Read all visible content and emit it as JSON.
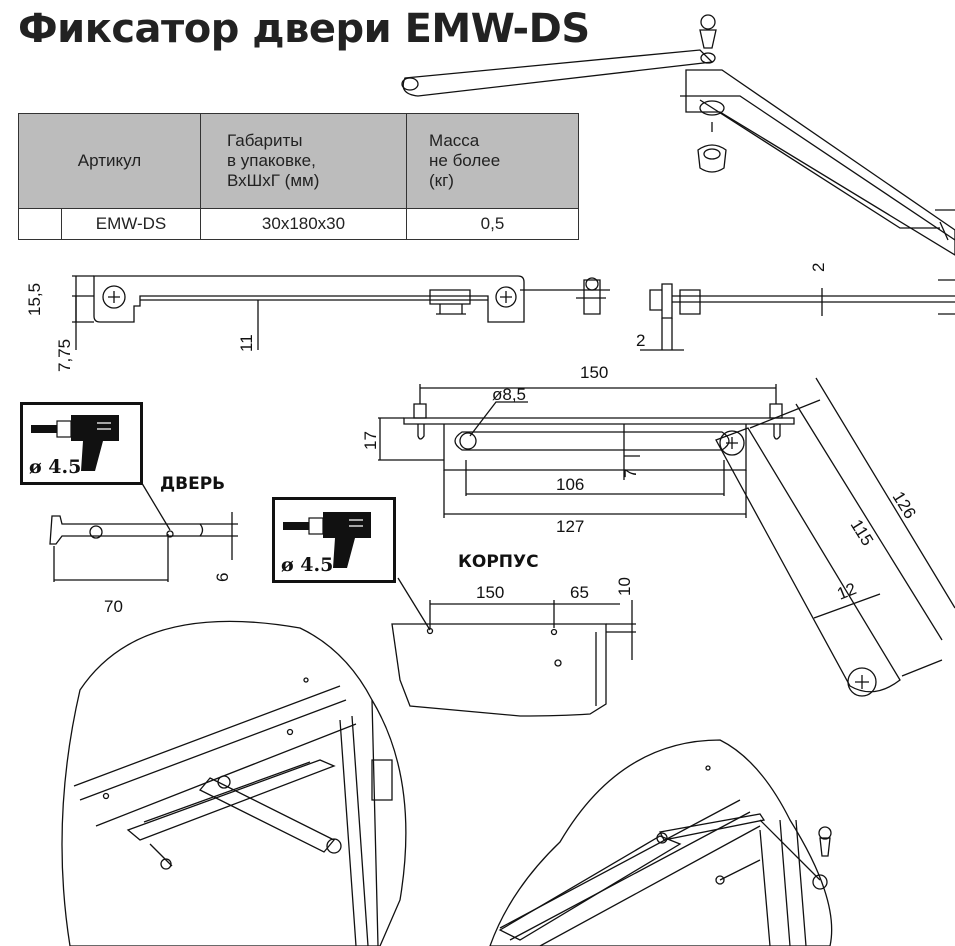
{
  "title": "Фиксатор двери EMW-DS",
  "table": {
    "headers": [
      {
        "lines": [
          "Артикул"
        ]
      },
      {
        "lines": [
          "Габариты",
          "в упаковке,",
          "ВхШхГ (мм)"
        ]
      },
      {
        "lines": [
          "Масса",
          "не более",
          "(кг)"
        ]
      }
    ],
    "rows": [
      {
        "article": "EMW-DS",
        "dimensions": "30x180x30",
        "mass": "0,5"
      }
    ]
  },
  "labels": {
    "door": "ДВЕРЬ",
    "body": "КОРПУС",
    "drill_diameter": "ø 4.5"
  },
  "dimensions": {
    "d15_5": "15,5",
    "d7_75": "7,75",
    "d11": "11",
    "d2_top": "2",
    "d2_bottom": "2",
    "d150_top": "150",
    "d8_5": "ø8,5",
    "d17": "17",
    "d7": "7",
    "d106": "106",
    "d127": "127",
    "d126": "126",
    "d115": "115",
    "d12": "12",
    "d6": "6",
    "d70": "70",
    "d150_body": "150",
    "d65": "65",
    "d10": "10"
  }
}
